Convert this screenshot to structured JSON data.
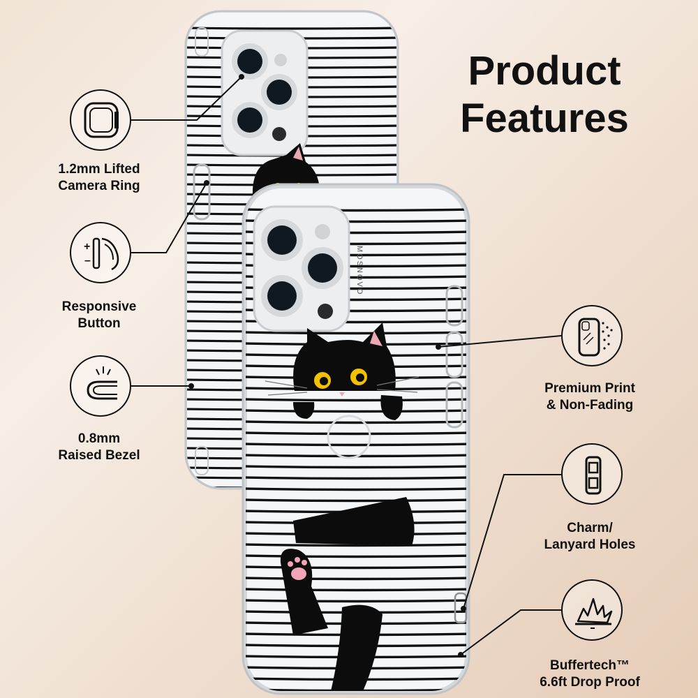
{
  "header": {
    "title_line1": "Product",
    "title_line2": "Features"
  },
  "product": {
    "brand_mark": "MOSNOVO"
  },
  "features": [
    {
      "line1": "1.2mm Lifted",
      "line2": "Camera Ring",
      "icon": "camera-ring-icon"
    },
    {
      "line1": "Responsive",
      "line2": "Button",
      "icon": "responsive-button-icon"
    },
    {
      "line1": "0.8mm",
      "line2": "Raised Bezel",
      "icon": "raised-bezel-icon"
    },
    {
      "line1": "Premium Print",
      "line2": "& Non-Fading",
      "icon": "premium-print-icon"
    },
    {
      "line1": "Charm/",
      "line2": "Lanyard Holes",
      "icon": "lanyard-holes-icon"
    },
    {
      "line1": "Buffertech™",
      "line2": "6.6ft Drop Proof",
      "icon": "drop-proof-icon"
    }
  ],
  "colors": {
    "background": "#f3e6da",
    "ink": "#111111",
    "cat_eye": "#f2c200"
  }
}
